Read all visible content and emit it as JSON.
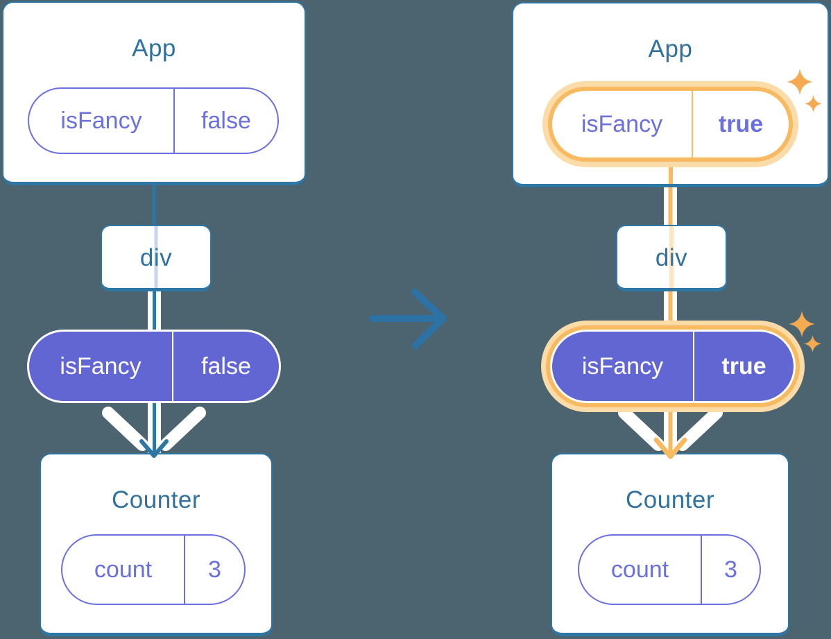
{
  "colors": {
    "bg": "#4B6470",
    "teal": "#2E76A4",
    "steel-text": "#31719E",
    "arrow": "#2D72A4",
    "purple-line": "#6B70DF",
    "purple-fill": "#6266D2",
    "orange": "#F7BA60",
    "orange-glow": "#FBDCA9",
    "pale-blue": "#C9D5ED",
    "pale-orange": "#FBE4C2",
    "sparkle": "#F3AA50"
  },
  "left_tree": {
    "app": {
      "title": "App"
    },
    "app_prop": {
      "label": "isFancy",
      "value": "false"
    },
    "div": {
      "title": "div"
    },
    "passed_prop": {
      "label": "isFancy",
      "value": "false"
    },
    "counter": {
      "title": "Counter"
    },
    "counter_state": {
      "label": "count",
      "value": "3"
    }
  },
  "right_tree": {
    "app": {
      "title": "App"
    },
    "app_prop": {
      "label": "isFancy",
      "value": "true"
    },
    "div": {
      "title": "div"
    },
    "passed_prop": {
      "label": "isFancy",
      "value": "true"
    },
    "counter": {
      "title": "Counter"
    },
    "counter_state": {
      "label": "count",
      "value": "3"
    }
  }
}
